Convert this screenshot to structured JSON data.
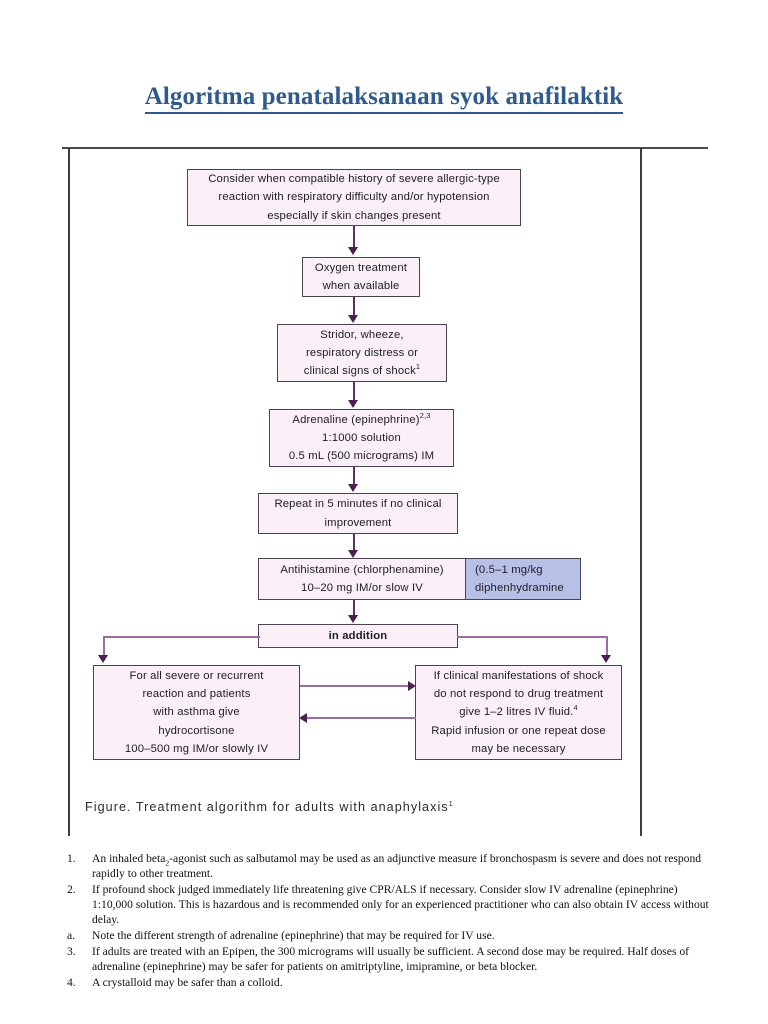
{
  "title": "Algoritma penatalaksanaan syok anafilaktik",
  "colors": {
    "title": "#2e5a8e",
    "node_fill": "#fbf0f7",
    "node_border": "#4d4050",
    "annotation_fill": "#b9c0e8",
    "arrow": "#4b1f52",
    "connector": "#9a6fa0",
    "frame": "#3d3d3d"
  },
  "figure": {
    "caption": "Figure. Treatment algorithm for adults with anaphylaxis",
    "caption_superscript": "1",
    "nodes": {
      "consider": {
        "lines": [
          "Consider when compatible history of severe allergic-type",
          "reaction with respiratory difficulty and/or hypotension",
          "especially if skin changes present"
        ]
      },
      "oxygen": {
        "lines": [
          "Oxygen treatment",
          "when available"
        ]
      },
      "stridor": {
        "lines": [
          "Stridor, wheeze,",
          "respiratory distress or",
          "clinical signs of shock"
        ],
        "superscript": "1"
      },
      "adrenaline": {
        "line1": "Adrenaline (epinephrine)",
        "line1_superscript": "2,3",
        "lines": [
          "1:1000 solution",
          "0.5 mL (500 micrograms) IM"
        ]
      },
      "repeat": {
        "lines": [
          "Repeat in 5 minutes if no clinical",
          "improvement"
        ]
      },
      "antihistamine": {
        "lines": [
          "Antihistamine (chlorphenamine)",
          "10–20 mg IM/or slow IV"
        ]
      },
      "antihistamine_annotation": {
        "lines": [
          "(0.5–1 mg/kg",
          "diphenhydramine"
        ]
      },
      "in_addition": {
        "label": "in addition"
      },
      "hydrocortisone": {
        "lines": [
          "For all severe or recurrent",
          "reaction and patients",
          "with asthma give",
          "hydrocortisone",
          "100–500 mg IM/or slowly IV"
        ]
      },
      "fluid": {
        "line1": "If clinical manifestations of shock",
        "line2": "do not respond to drug treatment",
        "line3": "give 1–2 litres IV fluid.",
        "line3_superscript": "4",
        "line4": "Rapid infusion or one repeat dose",
        "line5": "may be necessary"
      }
    }
  },
  "footnotes": [
    {
      "marker": "1.",
      "pre": "An inhaled beta",
      "sub": "2",
      "post": "-agonist such as salbutamol may be used as an adjunctive measure if bronchospasm is severe and does not respond rapidly to other treatment."
    },
    {
      "marker": "2.",
      "text": "If profound shock judged immediately life threatening give CPR/ALS if necessary. Consider slow IV adrenaline (epinephrine) 1:10,000 solution. This is hazardous and is recommended only for an experienced practitioner who can also obtain IV access without delay."
    },
    {
      "marker": "a.",
      "text": "Note the different strength of adrenaline (epinephrine) that may be required for IV use."
    },
    {
      "marker": "3.",
      "text": "If adults are treated with an Epipen, the 300 micrograms will usually be sufficient. A second dose may be required. Half doses of adrenaline (epinephrine) may be safer for patients on amitriptyline, imipramine, or beta blocker."
    },
    {
      "marker": "4.",
      "text": "A crystalloid may be safer than a colloid."
    }
  ]
}
